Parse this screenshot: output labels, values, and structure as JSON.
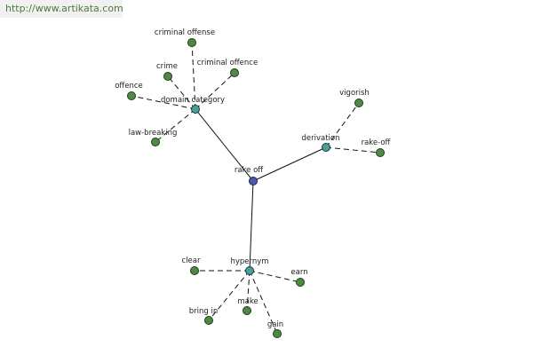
{
  "source": {
    "url": "http://www.artikata.com"
  },
  "graph": {
    "root": "rake off",
    "relations": [
      "domain category",
      "derivation",
      "hypernym"
    ],
    "groups": {
      "domain category": [
        "criminal offense",
        "crime",
        "criminal offence",
        "offence",
        "law-breaking"
      ],
      "derivation": [
        "vigorish",
        "rake-off"
      ],
      "hypernym": [
        "clear",
        "earn",
        "bring in",
        "make",
        "gain"
      ]
    }
  }
}
